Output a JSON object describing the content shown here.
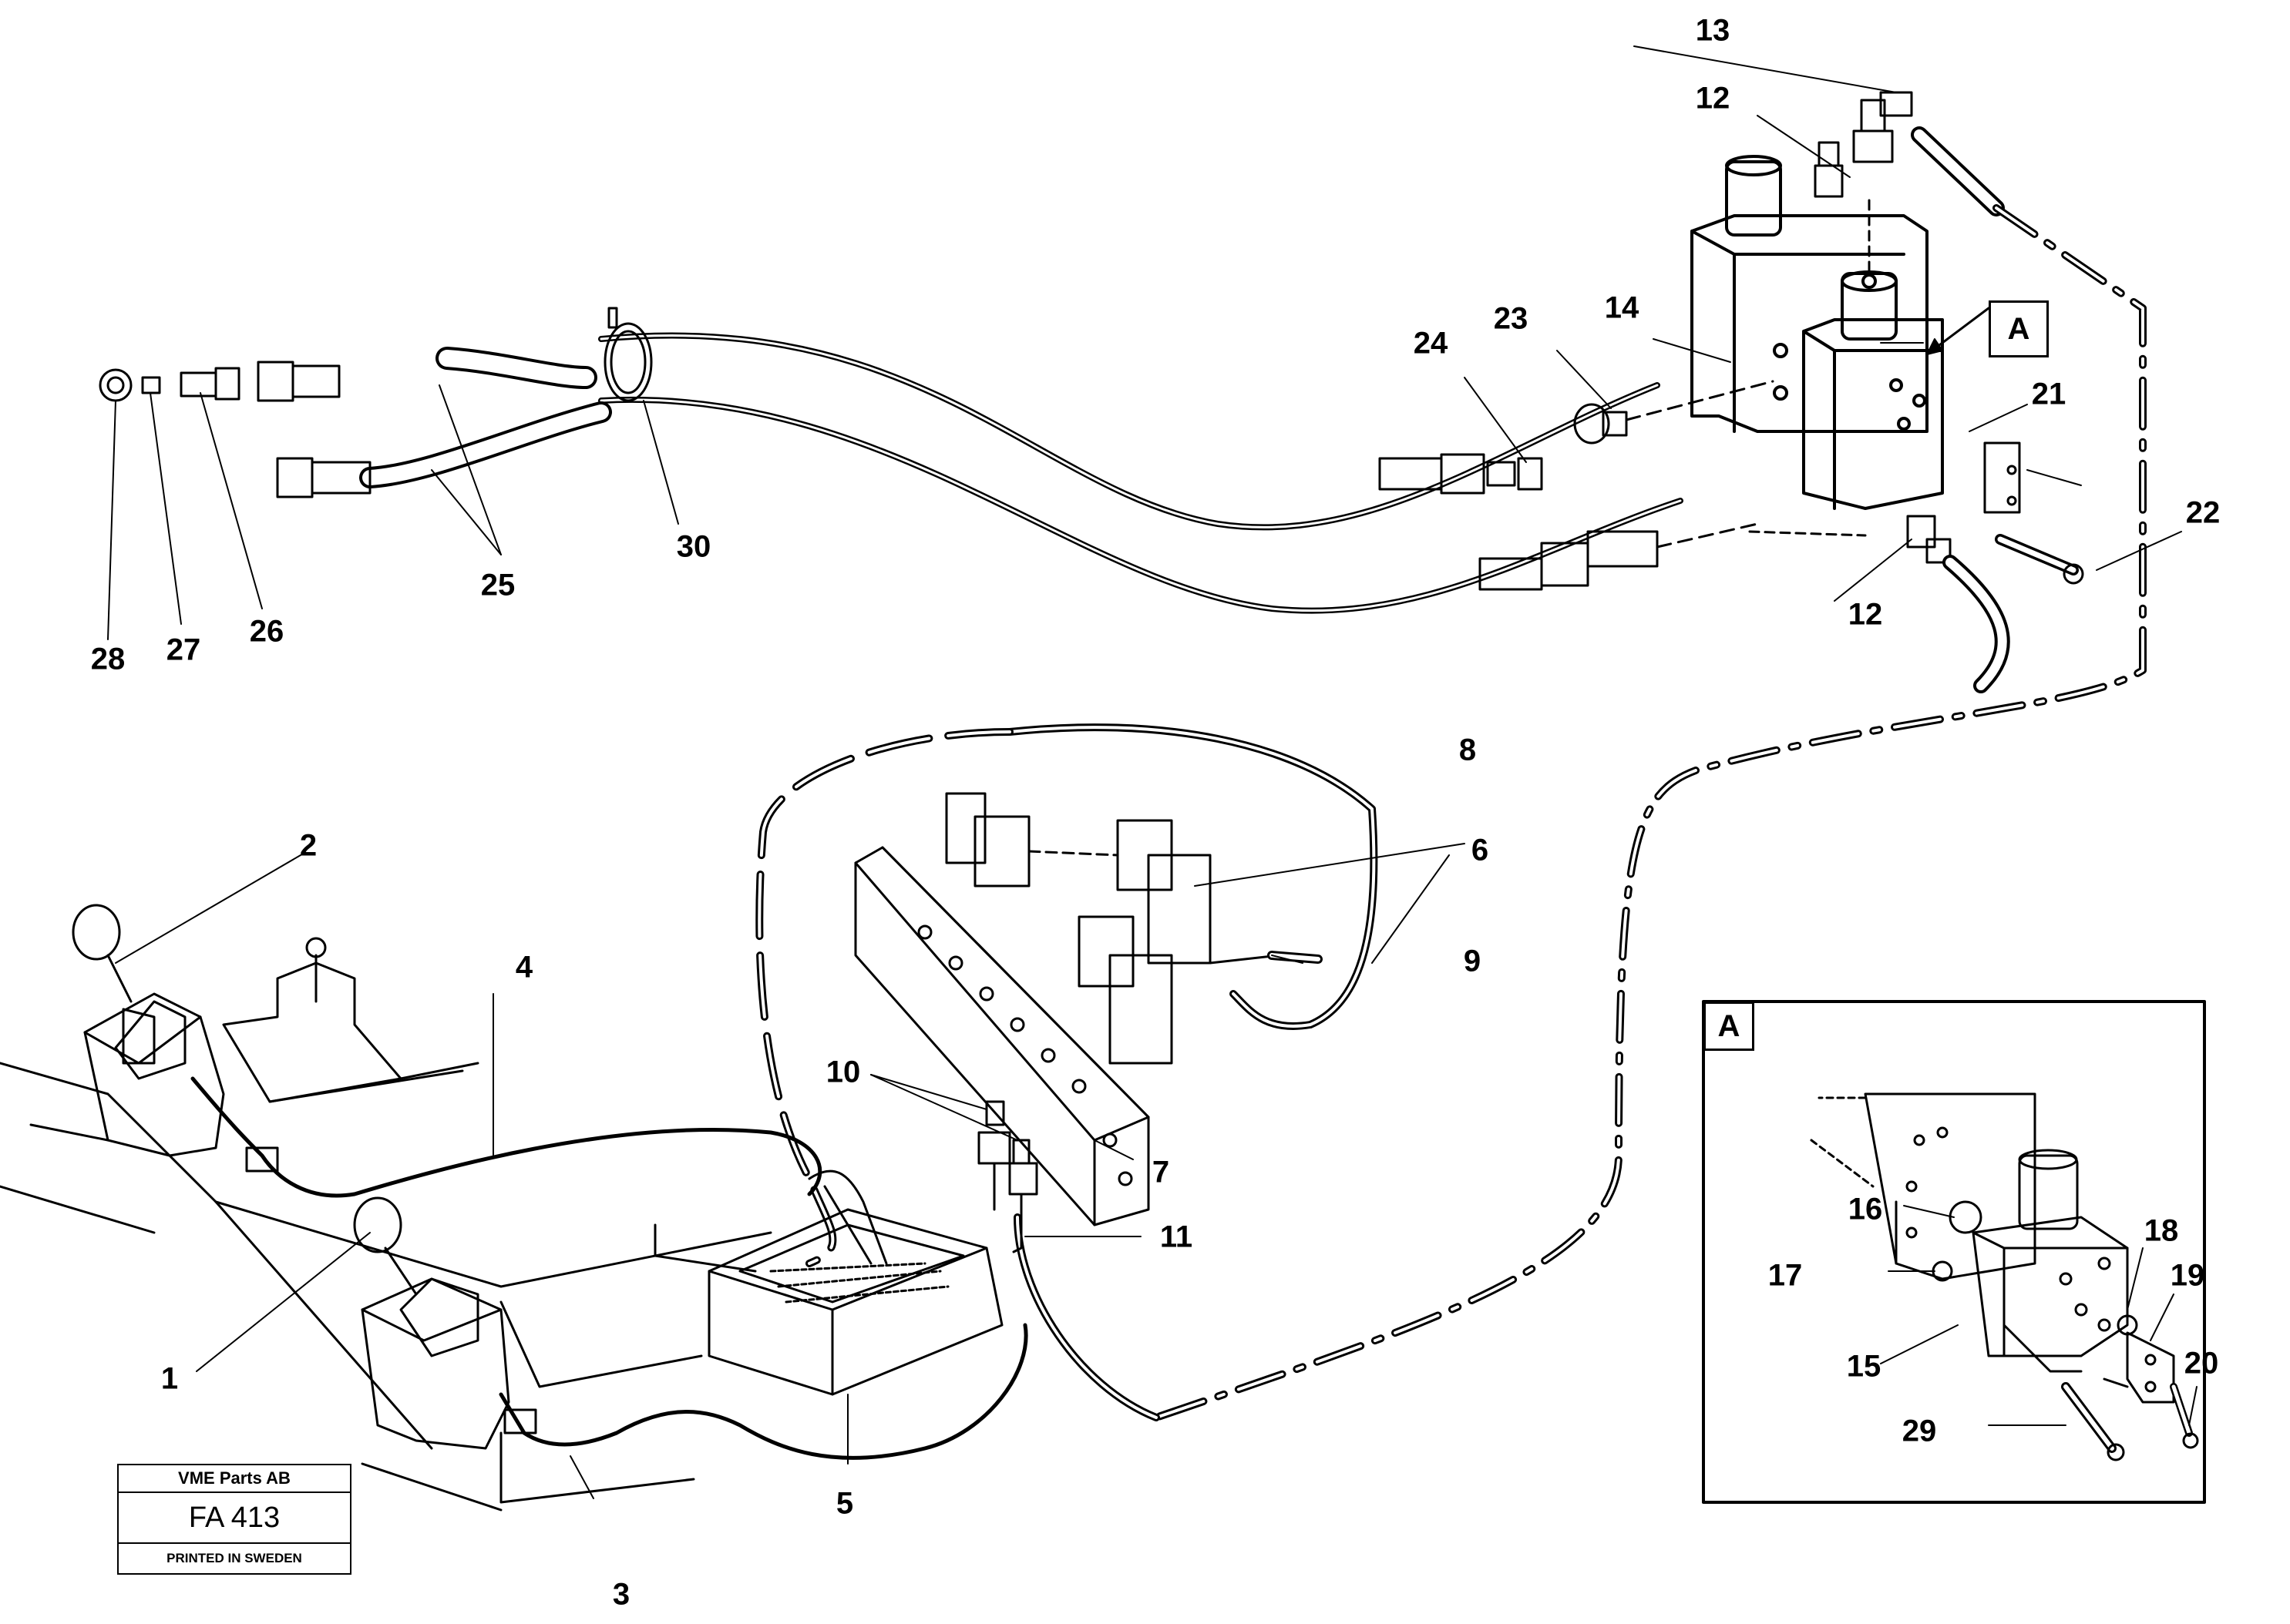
{
  "callouts": {
    "c1": "1",
    "c2": "2",
    "c3": "3",
    "c4": "4",
    "c5": "5",
    "c6": "6",
    "c7": "7",
    "c8": "8",
    "c9": "9",
    "c10": "10",
    "c11": "11",
    "c12a": "12",
    "c12b": "12",
    "c13": "13",
    "c14": "14",
    "c15": "15",
    "c16": "16",
    "c17": "17",
    "c18": "18",
    "c19": "19",
    "c20": "20",
    "c21": "21",
    "c22": "22",
    "c23": "23",
    "c24": "24",
    "c25": "25",
    "c26": "26",
    "c27": "27",
    "c28": "28",
    "c29": "29",
    "c30": "30"
  },
  "detail_ref": "A",
  "detail_panel_label": "A",
  "stamp": {
    "company": "VME Parts AB",
    "code": "FA 413",
    "printed": "PRINTED IN SWEDEN"
  }
}
